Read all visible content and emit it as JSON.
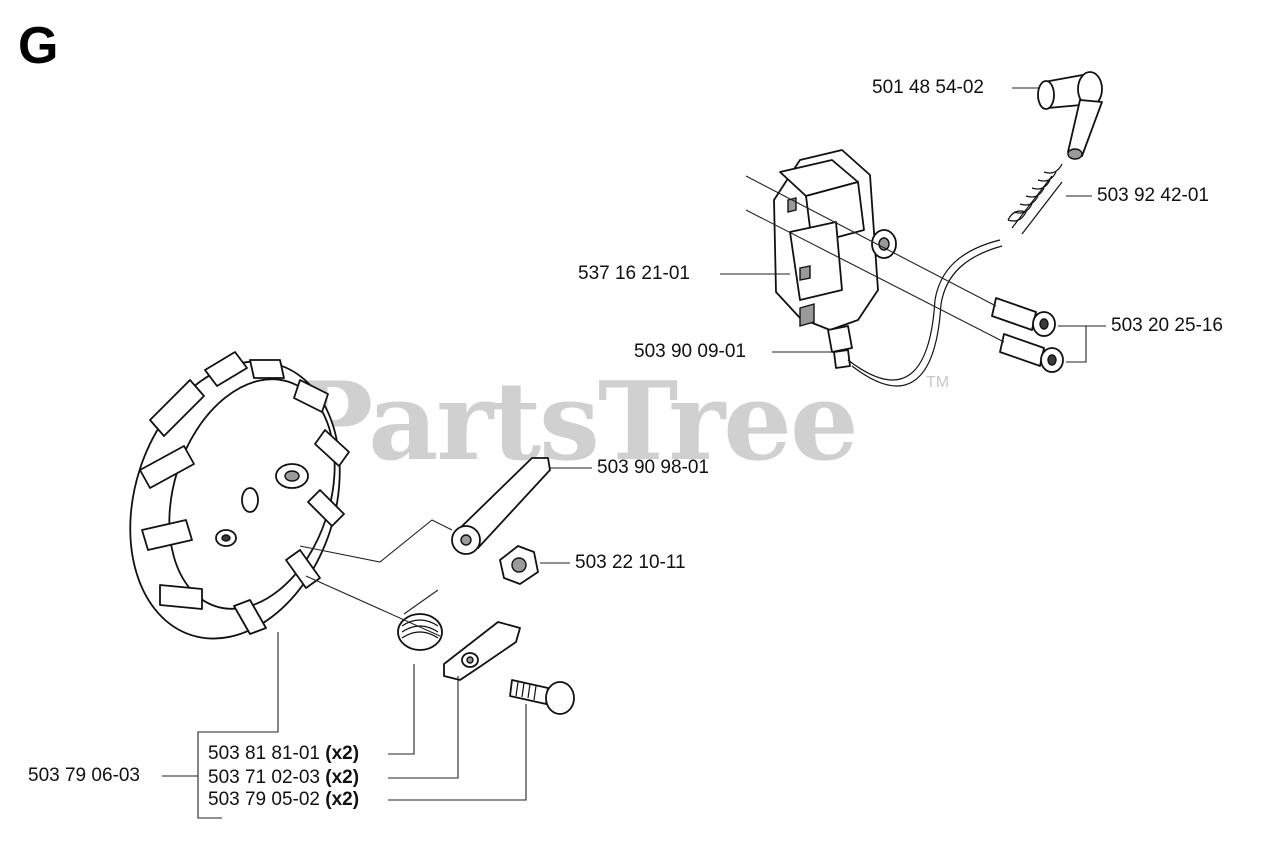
{
  "section_letter": "G",
  "watermark": {
    "text": "PartsTree",
    "tm": "TM"
  },
  "parts": {
    "ignition_lead_cap": "501 48 54-02",
    "spring": "503 92 42-01",
    "ignition_module": "537 16 21-01",
    "screw": "503 20 25-16",
    "cable_terminal": "503 90 09-01",
    "pawl_washer": "503 90 98-01",
    "nut": "503 22 10-11",
    "flywheel": "503 79 06-03",
    "pawl_spring": "503 81 81-01",
    "pawl": "503 71 02-03",
    "pawl_pin": "503 79 05-02",
    "qty_x2": "(x2)"
  }
}
